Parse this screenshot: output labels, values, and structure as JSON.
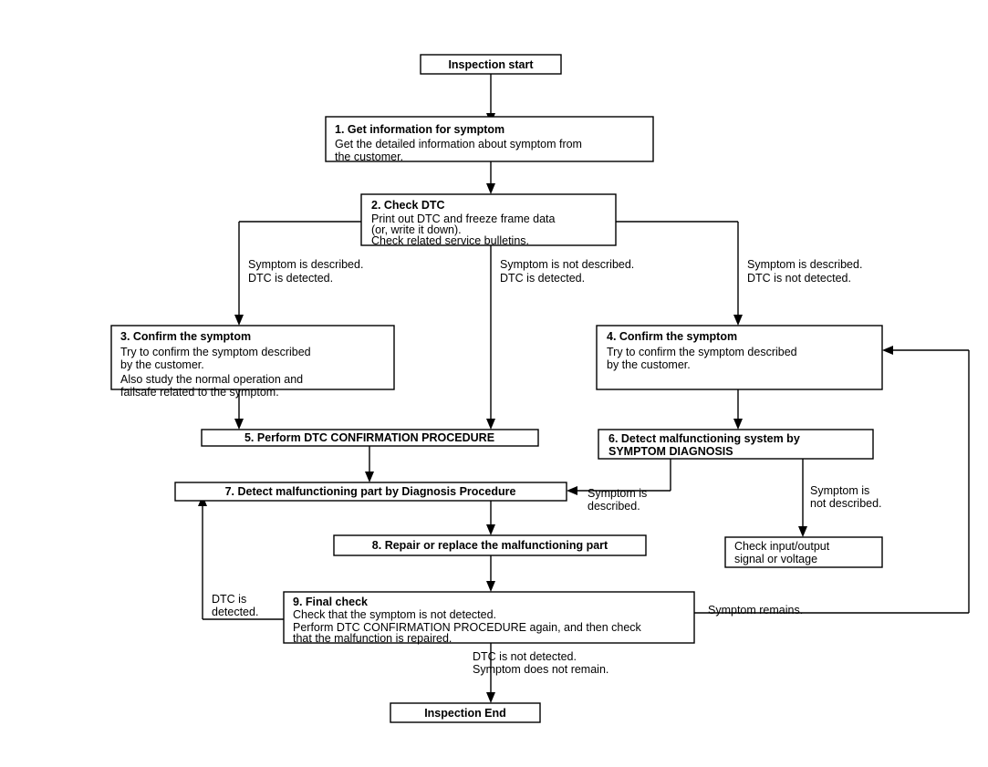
{
  "diagram": {
    "title": "Inspection Procedure Flowchart",
    "background_color": "#ffffff",
    "line_color": "#000000",
    "text_color": "#000000",
    "type": "flowchart"
  },
  "nodes": {
    "start": {
      "id": "start",
      "label": "Inspection start",
      "style": "terminator-centered-bold"
    },
    "step1": {
      "id": "step1",
      "title": "1. Get information for symptom",
      "lines": [
        "Get the detailed information about symptom from",
        "the customer."
      ]
    },
    "step2": {
      "id": "step2",
      "title": "2. Check DTC",
      "lines": [
        "Print out DTC and freeze frame data",
        "(or, write it down).",
        "Check related service bulletins."
      ]
    },
    "step3": {
      "id": "step3",
      "title": "3. Confirm the symptom",
      "lines": [
        "Try to confirm the symptom described",
        "by the customer.",
        "Also study the normal operation and",
        "failsafe related to the symptom."
      ]
    },
    "step4": {
      "id": "step4",
      "title": "4. Confirm the symptom",
      "lines": [
        "Try to confirm the symptom described",
        "by the customer."
      ]
    },
    "step5": {
      "id": "step5",
      "title": "5. Perform DTC CONFIRMATION PROCEDURE",
      "lines": []
    },
    "step6": {
      "id": "step6",
      "title_line1": "6. Detect malfunctioning system by",
      "title_line2": "SYMPTOM DIAGNOSIS"
    },
    "step7": {
      "id": "step7",
      "title": "7. Detect malfunctioning part by Diagnosis Procedure",
      "lines": []
    },
    "step8": {
      "id": "step8",
      "title": "8. Repair or replace the malfunctioning part",
      "lines": []
    },
    "step9": {
      "id": "step9",
      "title": "9. Final check",
      "lines": [
        "Check that the symptom is not detected.",
        "Perform DTC CONFIRMATION PROCEDURE again, and then check",
        "that the malfunction is repaired."
      ]
    },
    "check_io": {
      "id": "check_io",
      "lines": [
        "Check input/output",
        "signal or voltage"
      ]
    },
    "end": {
      "id": "end",
      "label": "Inspection End",
      "style": "terminator-centered-bold"
    }
  },
  "edge_labels": {
    "branch_left": {
      "line1": "Symptom is described.",
      "line2": "DTC is detected."
    },
    "branch_middle": {
      "line1": "Symptom is not described.",
      "line2": "DTC is detected."
    },
    "branch_right": {
      "line1": "Symptom is described.",
      "line2": "DTC is not detected."
    },
    "sym_described": {
      "line1": "Symptom is",
      "line2": "described."
    },
    "sym_not_described": {
      "line1": "Symptom is",
      "line2": "not described."
    },
    "dtc_detected": {
      "line1": "DTC is",
      "line2": "detected."
    },
    "dtc_not_detected": {
      "line1": "DTC is not detected.",
      "line2": "Symptom does not remain."
    },
    "symptom_remains": {
      "line1": "Symptom remains."
    }
  }
}
